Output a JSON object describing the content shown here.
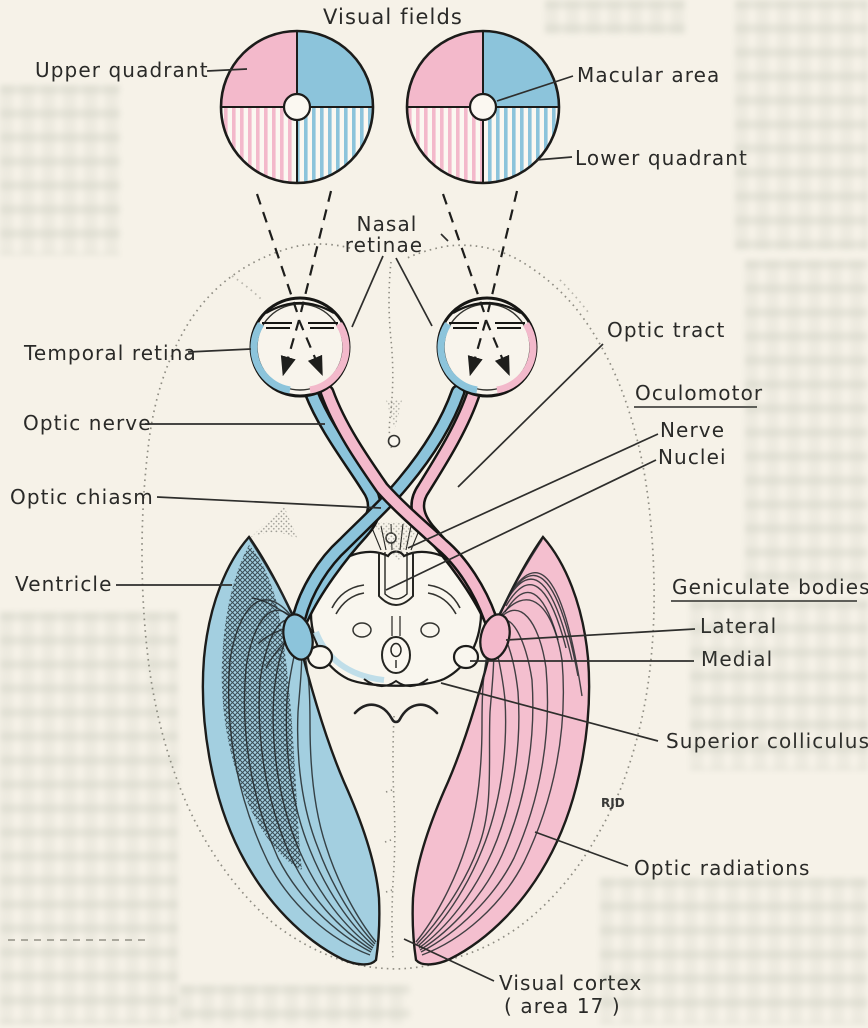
{
  "figure": {
    "title": "Visual fields",
    "signature": "RJD",
    "labels": {
      "upper_quadrant": "Upper quadrant",
      "macular_area": "Macular area",
      "lower_quadrant": "Lower quadrant",
      "nasal_retinae_line1": "Nasal",
      "nasal_retinae_line2": "retinae",
      "temporal_retina": "Temporal retina",
      "optic_nerve": "Optic nerve",
      "optic_tract": "Optic tract",
      "oculomotor": "Oculomotor",
      "oculomotor_nerve": "Nerve",
      "oculomotor_nuclei": "Nuclei",
      "optic_chiasm": "Optic chiasm",
      "ventricle": "Ventricle",
      "geniculate_bodies": "Geniculate bodies",
      "geniculate_lateral": "Lateral",
      "geniculate_medial": "Medial",
      "superior_colliculus": "Superior colliculus",
      "optic_radiations": "Optic radiations",
      "visual_cortex_line1": "Visual cortex",
      "visual_cortex_line2": "( area 17 )"
    },
    "colors": {
      "temporal_left_pathway_blue": "#8cc4db",
      "nasal_right_pathway_pink": "#f3b9cb",
      "radiation_blue": "#a3cfe0",
      "radiation_pink": "#f4bfcf",
      "paper": "#f6f2e8",
      "ink": "#1c1c1a"
    }
  }
}
